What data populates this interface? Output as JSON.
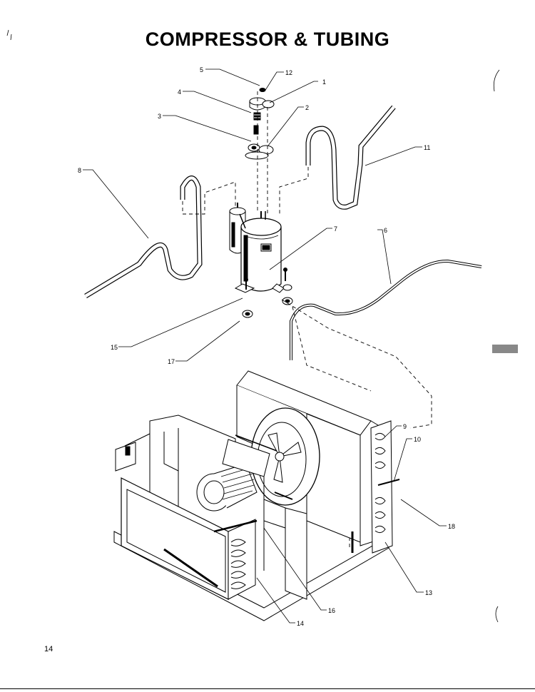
{
  "page": {
    "title": "COMPRESSOR & TUBING",
    "page_number": "14"
  },
  "callouts": [
    {
      "id": "c1",
      "label": "1"
    },
    {
      "id": "c2",
      "label": "2"
    },
    {
      "id": "c3",
      "label": "3"
    },
    {
      "id": "c4",
      "label": "4"
    },
    {
      "id": "c5",
      "label": "5"
    },
    {
      "id": "c6",
      "label": "6"
    },
    {
      "id": "c7",
      "label": "7"
    },
    {
      "id": "c8",
      "label": "8"
    },
    {
      "id": "c9",
      "label": "9"
    },
    {
      "id": "c10",
      "label": "10"
    },
    {
      "id": "c11",
      "label": "11"
    },
    {
      "id": "c12",
      "label": "12"
    },
    {
      "id": "c13",
      "label": "13"
    },
    {
      "id": "c14",
      "label": "14"
    },
    {
      "id": "c15",
      "label": "15"
    },
    {
      "id": "c16",
      "label": "16"
    },
    {
      "id": "c17",
      "label": "17"
    },
    {
      "id": "c18",
      "label": "18"
    }
  ]
}
